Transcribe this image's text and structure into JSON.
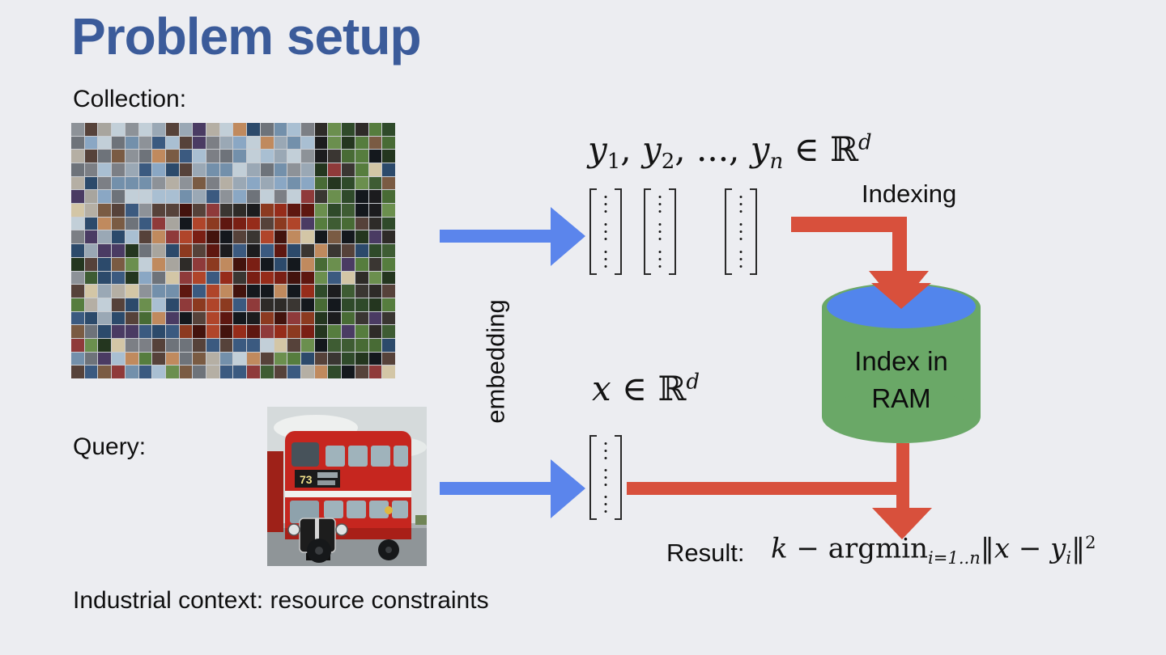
{
  "colors": {
    "background": "#ecedf1",
    "title": "#3b5b9a",
    "arrow_blue": "#5b85ec",
    "arrow_red": "#d8503c",
    "cylinder_green": "#6aa867",
    "cylinder_top_blue": "#5285ec"
  },
  "header": {
    "title": "Problem setup"
  },
  "labels": {
    "collection": "Collection:",
    "query": "Query:",
    "embedding": "embedding",
    "indexing": "Indexing",
    "result": "Result:",
    "index_line1": "Index in",
    "index_line2": "RAM",
    "footer": "Industrial context: resource constraints"
  },
  "bus": {
    "route_number": "73"
  },
  "math": {
    "collection_formula": [
      {
        "t": "y",
        "s": "v"
      },
      {
        "t": "1",
        "s": "sub"
      },
      {
        "t": ", ",
        "s": "n"
      },
      {
        "t": "y",
        "s": "v"
      },
      {
        "t": "2",
        "s": "sub"
      },
      {
        "t": ", ..., ",
        "s": "n"
      },
      {
        "t": "y",
        "s": "v"
      },
      {
        "t": "n",
        "s": "subv"
      },
      {
        "t": " ∈ ",
        "s": "n"
      },
      {
        "t": "ℝ",
        "s": "n"
      },
      {
        "t": "d",
        "s": "supv"
      }
    ],
    "query_formula": [
      {
        "t": "x",
        "s": "v"
      },
      {
        "t": " ∈ ",
        "s": "n"
      },
      {
        "t": "ℝ",
        "s": "n"
      },
      {
        "t": "d",
        "s": "supv"
      }
    ],
    "result_formula": [
      {
        "t": "k",
        "s": "v"
      },
      {
        "t": " − ",
        "s": "n"
      },
      {
        "t": "argmin",
        "s": "n"
      },
      {
        "t": "i=1..n",
        "s": "subv"
      },
      {
        "t": "‖",
        "s": "n"
      },
      {
        "t": "x",
        "s": "v"
      },
      {
        "t": " − ",
        "s": "n"
      },
      {
        "t": "y",
        "s": "v"
      },
      {
        "t": "i",
        "s": "subv"
      },
      {
        "t": "‖",
        "s": "n"
      },
      {
        "t": "2",
        "s": "sup"
      }
    ]
  },
  "mosaic": {
    "rows": 19,
    "cols": 24,
    "seed": 91,
    "palettes": {
      "sky": [
        "#8aa7c4",
        "#a9bfd2",
        "#c2cfd8",
        "#7390ab",
        "#9aa8b5"
      ],
      "stone": [
        "#8d9298",
        "#a8a59e",
        "#6e737a",
        "#b5afa4",
        "#7c7f85"
      ],
      "green": [
        "#3e5c33",
        "#567d3e",
        "#2f4a2a",
        "#6b8f4e",
        "#24361f",
        "#486b35"
      ],
      "red": [
        "#7a1f14",
        "#962c1a",
        "#5e1710",
        "#b0452a",
        "#43130d",
        "#8c3a20"
      ],
      "people": [
        "#c08a5e",
        "#7a5b43",
        "#4a3b63",
        "#8f3a3a",
        "#2c4a6b",
        "#d3c6a6",
        "#56423a",
        "#3b5a80"
      ],
      "dark": [
        "#1c1c1e",
        "#2e2b28",
        "#14181d",
        "#3a3632"
      ]
    }
  }
}
